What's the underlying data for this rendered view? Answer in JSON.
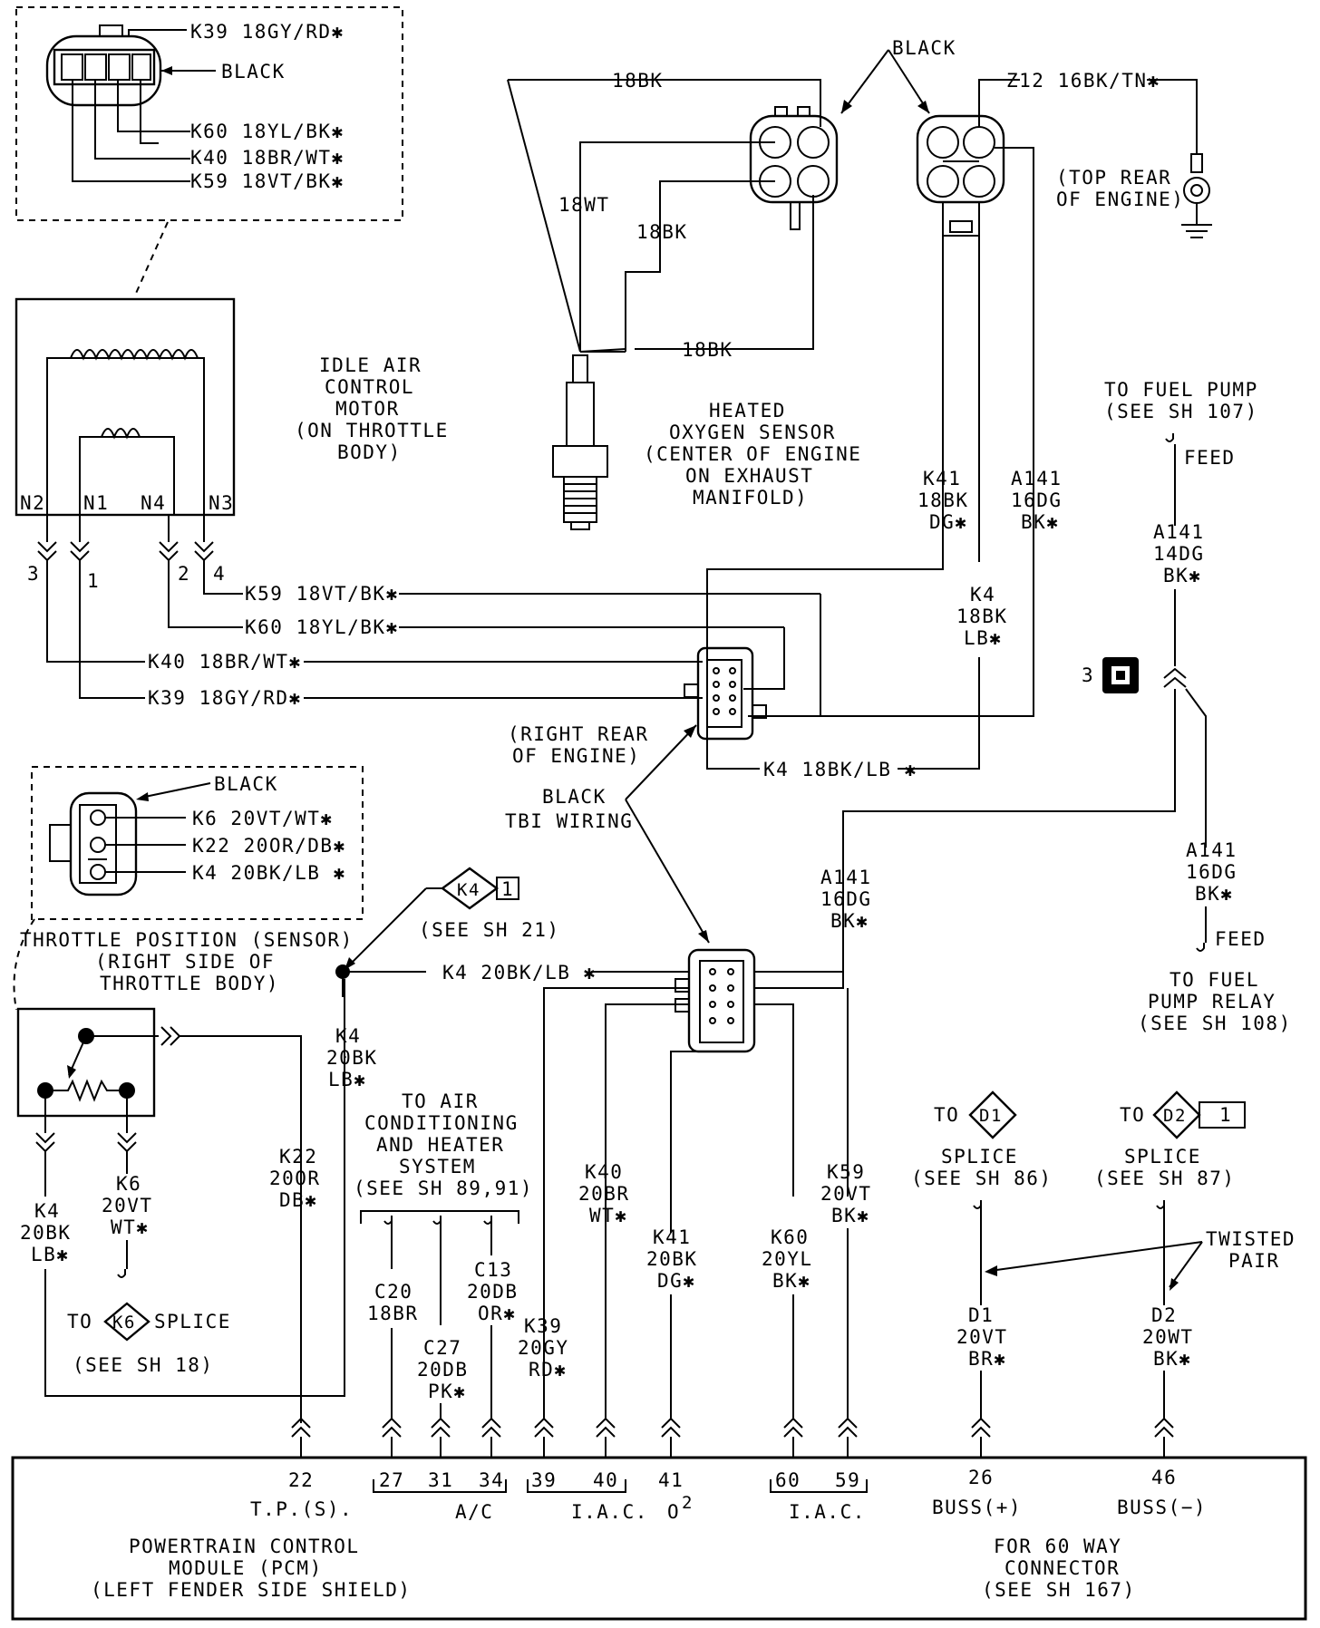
{
  "labels": {
    "iac_pin_k39": "K39 18GY/RD✱",
    "iac_black": "BLACK",
    "iac_pin_k60": "K60 18YL/BK✱",
    "iac_pin_k40": "K40 18BR/WT✱",
    "iac_pin_k59": "K59 18VT/BK✱",
    "iac_motor_l1": "IDLE AIR",
    "iac_motor_l2": "CONTROL",
    "iac_motor_l3": "MOTOR",
    "iac_motor_l4": "(ON THROTTLE",
    "iac_motor_l5": "BODY)",
    "term_n2": "N2",
    "term_n1": "N1",
    "term_n4": "N4",
    "term_n3": "N3",
    "cav_3": "3",
    "cav_1": "1",
    "cav_2": "2",
    "cav_4": "4",
    "wire_k59": "K59 18VT/BK✱",
    "wire_k60": "K60 18YL/BK✱",
    "wire_k40": "K40 18BR/WT✱",
    "wire_k39": "K39 18GY/RD✱",
    "o2_18bk_top": "18BK",
    "o2_black": "BLACK",
    "o2_18wt": "18WT",
    "o2_18bk_mid": "18BK",
    "o2_18bk_bot": "18BK",
    "o2_l1": "HEATED",
    "o2_l2": "OXYGEN SENSOR",
    "o2_l3": "(CENTER OF ENGINE",
    "o2_l4": "ON EXHAUST",
    "o2_l5": "MANIFOLD)",
    "z12": "Z12 16BK/TN✱",
    "ground_l1": "(TOP REAR",
    "ground_l2": "OF ENGINE)",
    "k41_a": "K41",
    "k41_b": "18BK",
    "k41_c": "DG✱",
    "a141_top_a": "A141",
    "a141_top_b": "16DG",
    "a141_top_c": "BK✱",
    "k4_vert_a": "K4",
    "k4_vert_b": "18BK",
    "k4_vert_c": "LB✱",
    "fuel_pump_l1": "TO FUEL PUMP",
    "fuel_pump_l2": "(SEE SH 107)",
    "feed_top": "FEED",
    "a141_14_a": "A141",
    "a141_14_b": "14DG",
    "a141_14_c": "BK✱",
    "conn3_label": "3",
    "rr_engine_l1": "(RIGHT REAR",
    "rr_engine_l2": "OF ENGINE)",
    "k4_18bk_lb": "K4 18BK/LB ✱",
    "tbi_l1": "BLACK",
    "tbi_l2": "TBI WIRING",
    "tps_black": "BLACK",
    "tps_k6": "K6 20VT/WT✱",
    "tps_k22": "K22 20OR/DB✱",
    "tps_k4": "K4 20BK/LB ✱",
    "tps_l1": "THROTTLE POSITION (SENSOR)",
    "tps_l2": "(RIGHT SIDE OF",
    "tps_l3": "THROTTLE BODY)",
    "k4_diamond": "K4",
    "k4_diamond_num": "1",
    "see_sh21": "(SEE SH 21)",
    "k4_20bk_lb": "K4 20BK/LB ✱",
    "a141_mid_a": "A141",
    "a141_mid_b": "16DG",
    "a141_mid_c": "BK✱",
    "a141_bot_a": "A141",
    "a141_bot_b": "16DG",
    "a141_bot_c": "BK✱",
    "feed_bot": "FEED",
    "relay_l1": "TO FUEL",
    "relay_l2": "PUMP RELAY",
    "relay_l3": "(SEE SH 108)",
    "k4_col_a": "K4",
    "k4_col_b": "20BK",
    "k4_col_c": "LB✱",
    "ac_l1": "TO AIR",
    "ac_l2": "CONDITIONING",
    "ac_l3": "AND HEATER",
    "ac_l4": "SYSTEM",
    "ac_l5": "(SEE SH 89,91)",
    "k22_a": "K22",
    "k22_b": "20OR",
    "k22_c": "DB✱",
    "k4_left_a": "K4",
    "k4_left_b": "20BK",
    "k4_left_c": "LB✱",
    "k6_a": "K6",
    "k6_b": "20VT",
    "k6_c": "WT✱",
    "to_k6": "TO",
    "k6_diamond": "K6",
    "splice_k6": "SPLICE",
    "see_sh18": "(SEE SH 18)",
    "c20_a": "C20",
    "c20_b": "18BR",
    "c27_a": "C27",
    "c27_b": "20DB",
    "c27_c": "PK✱",
    "c13_a": "C13",
    "c13_b": "20DB",
    "c13_c": "OR✱",
    "k39_a": "K39",
    "k39_b": "20GY",
    "k39_c": "RD✱",
    "k40_a": "K40",
    "k40_b": "20BR",
    "k40_c": "WT✱",
    "k41b_a": "K41",
    "k41b_b": "20BK",
    "k41b_c": "DG✱",
    "k60_a": "K60",
    "k60_b": "20YL",
    "k60_c": "BK✱",
    "k59_a": "K59",
    "k59_b": "20VT",
    "k59_c": "BK✱",
    "to_d1": "TO",
    "d1_diamond": "D1",
    "splice_d1_l1": "SPLICE",
    "splice_d1_l2": "(SEE SH 86)",
    "to_d2": "TO",
    "d2_diamond": "D2",
    "d2_num": "1",
    "splice_d2_l1": "SPLICE",
    "splice_d2_l2": "(SEE SH 87)",
    "twisted_l1": "TWISTED",
    "twisted_l2": "PAIR",
    "d1_a": "D1",
    "d1_b": "20VT",
    "d1_c": "BR✱",
    "d2_a": "D2",
    "d2_b": "20WT",
    "d2_c": "BK✱",
    "pin_22": "22",
    "pin_27": "27",
    "pin_31": "31",
    "pin_34": "34",
    "pin_39": "39",
    "pin_40": "40",
    "pin_41": "41",
    "pin_60": "60",
    "pin_59": "59",
    "pin_26": "26",
    "pin_46": "46",
    "grp_tps": "T.P.(S).",
    "grp_ac": "A/C",
    "grp_iac1": "I.A.C.",
    "grp_o2": "O",
    "grp_o2_sup": "2",
    "grp_iac2": "I.A.C.",
    "grp_bus_pos": "BUSS(+)",
    "grp_bus_neg": "BUSS(−)",
    "pcm_l1": "POWERTRAIN CONTROL",
    "pcm_l2": "MODULE (PCM)",
    "pcm_l3": "(LEFT FENDER SIDE SHIELD)",
    "conn60_l1": "FOR 60 WAY",
    "conn60_l2": "CONNECTOR",
    "conn60_l3": "(SEE SH 167)"
  }
}
